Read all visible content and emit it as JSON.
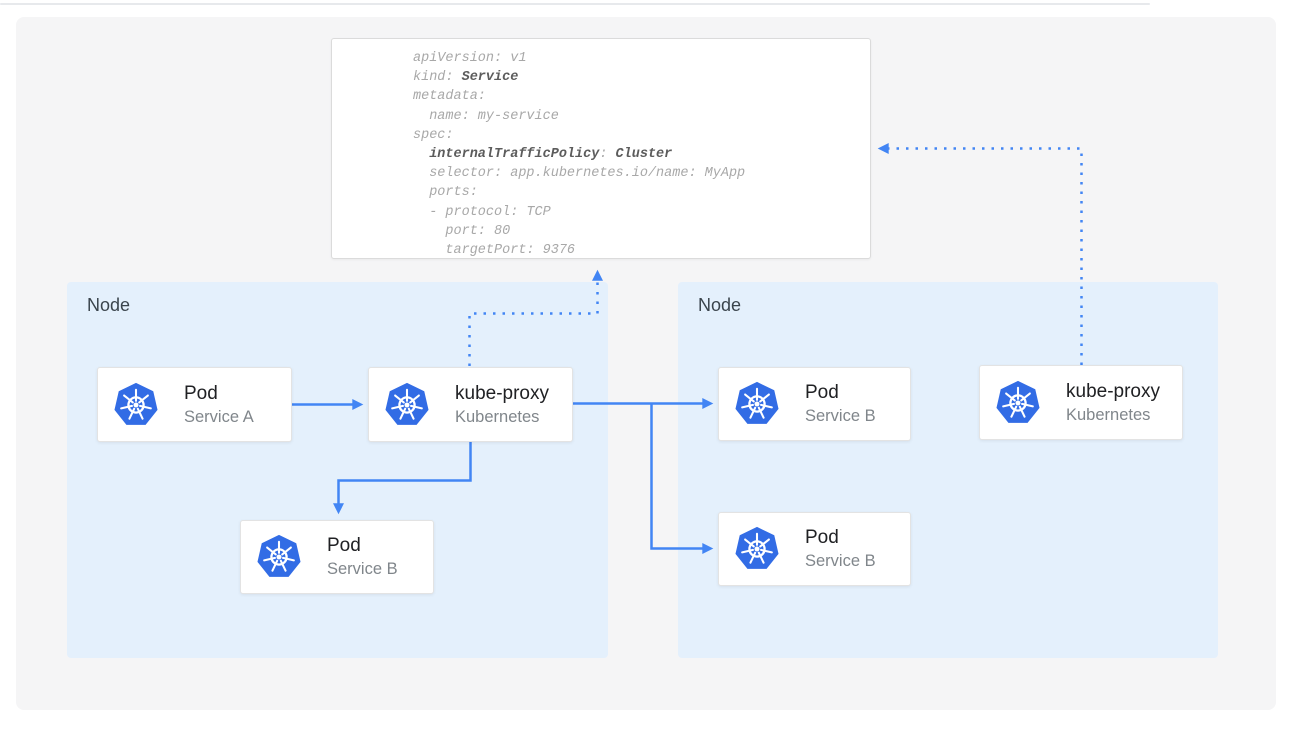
{
  "colors": {
    "arrow_blue": "#4285f4",
    "node_fill": "#e4f0fc",
    "panel_fill": "#f5f5f6",
    "kubernetes_blue": "#326ce5",
    "code_gray": "#a8a8a8",
    "code_bold": "#5c5c5c"
  },
  "yaml_box": {
    "lines": [
      [
        {
          "t": "apiVersion: v1"
        }
      ],
      [
        {
          "t": "kind: "
        },
        {
          "t": "Service",
          "b": true
        }
      ],
      [
        {
          "t": "metadata:"
        }
      ],
      [
        {
          "t": "  name: my-service"
        }
      ],
      [
        {
          "t": "spec:"
        }
      ],
      [
        {
          "t": "  "
        },
        {
          "t": "internalTrafficPolicy",
          "b": true
        },
        {
          "t": ": "
        },
        {
          "t": "Cluster",
          "b": true
        }
      ],
      [
        {
          "t": "  selector: app.kubernetes.io/name: MyApp"
        }
      ],
      [
        {
          "t": "  ports:"
        }
      ],
      [
        {
          "t": "  - protocol: TCP"
        }
      ],
      [
        {
          "t": "    port: 80"
        }
      ],
      [
        {
          "t": "    targetPort: 9376"
        }
      ]
    ]
  },
  "nodes": {
    "left": {
      "label": "Node"
    },
    "right": {
      "label": "Node"
    }
  },
  "cards": {
    "pod_a": {
      "title": "Pod",
      "subtitle": "Service A",
      "icon": "kubernetes-icon"
    },
    "kube_proxy_left": {
      "title": "kube-proxy",
      "subtitle": "Kubernetes",
      "icon": "kubernetes-icon"
    },
    "pod_b_left": {
      "title": "Pod",
      "subtitle": "Service B",
      "icon": "kubernetes-icon"
    },
    "pod_b_right_top": {
      "title": "Pod",
      "subtitle": "Service B",
      "icon": "kubernetes-icon"
    },
    "pod_b_right_bottom": {
      "title": "Pod",
      "subtitle": "Service B",
      "icon": "kubernetes-icon"
    },
    "kube_proxy_right": {
      "title": "kube-proxy",
      "subtitle": "Kubernetes",
      "icon": "kubernetes-icon"
    }
  }
}
